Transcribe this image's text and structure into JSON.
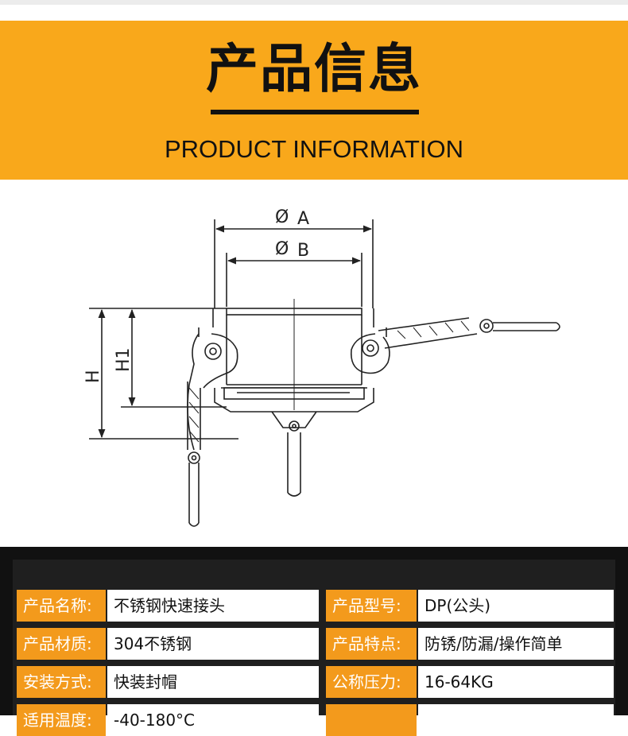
{
  "banner": {
    "title": "产品信息",
    "subtitle": "PRODUCT INFORMATION",
    "background_color": "#f9a81b"
  },
  "diagram": {
    "label_a": "A",
    "label_b": "B",
    "label_h": "H",
    "label_h1": "H1",
    "diameter_symbol": "Ø"
  },
  "specs": {
    "label_color": "#f39a1c",
    "rows": [
      {
        "label_left": "产品名称:",
        "value_left": "不锈钢快速接头",
        "label_right": "产品型号:",
        "value_right": "DP(公头)"
      },
      {
        "label_left": "产品材质:",
        "value_left": "304不锈钢",
        "label_right": "产品特点:",
        "value_right": "防锈/防漏/操作简单"
      },
      {
        "label_left": "安装方式:",
        "value_left": "快装封帽",
        "label_right": "公称压力:",
        "value_right": "16-64KG"
      },
      {
        "label_left": "适用温度:",
        "value_left": "-40-180°C",
        "label_right": "",
        "value_right": ""
      }
    ]
  }
}
